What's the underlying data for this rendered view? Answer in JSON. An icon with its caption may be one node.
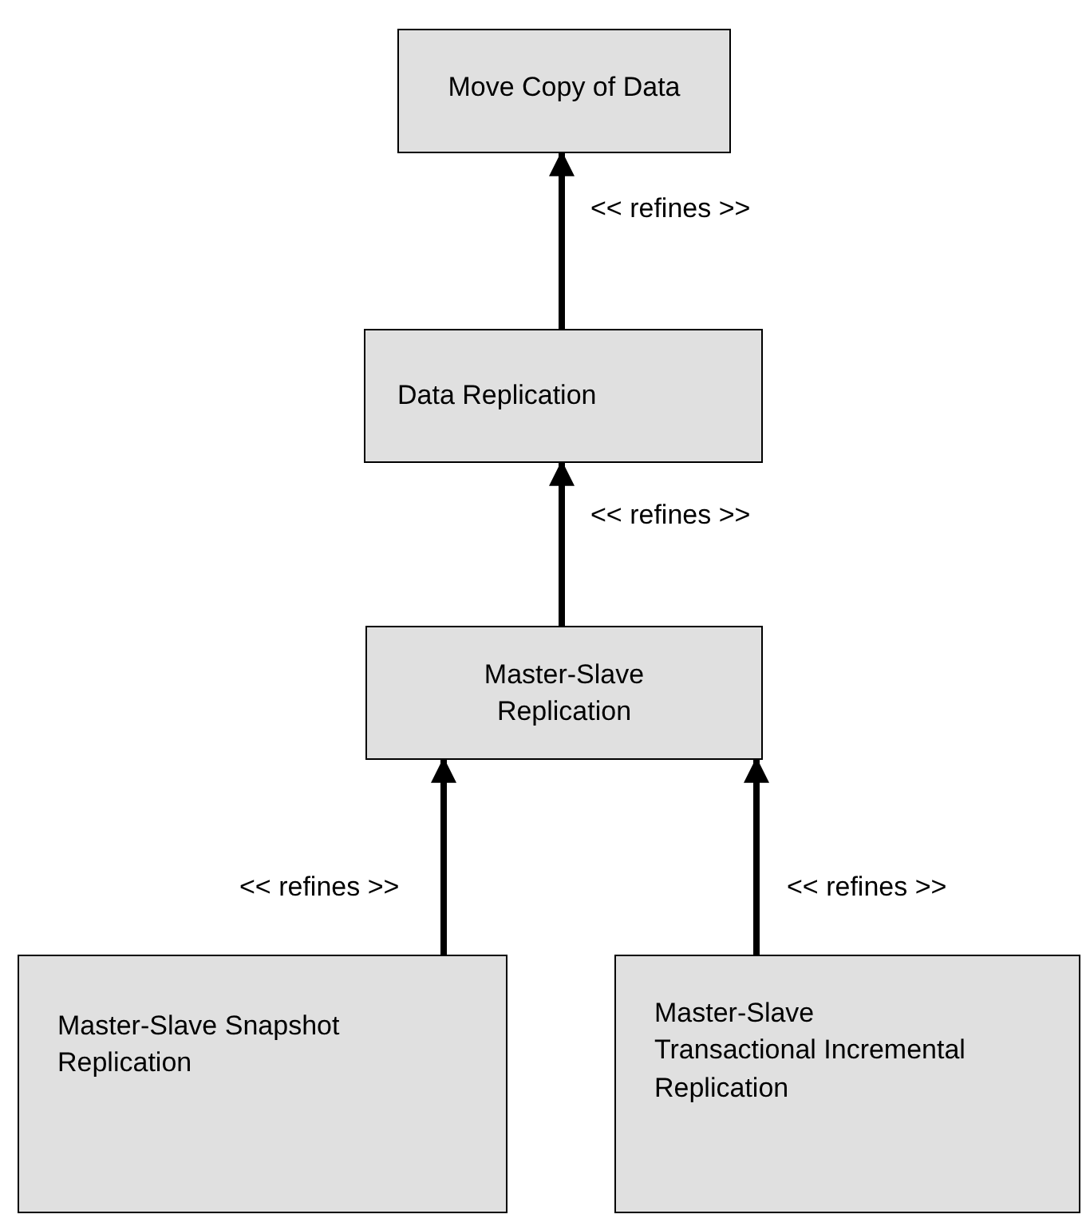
{
  "diagram": {
    "nodes": [
      {
        "text": [
          "Move Copy of Data"
        ]
      },
      {
        "text": [
          "Data Replication"
        ]
      },
      {
        "text": [
          "Master-Slave Replication"
        ]
      },
      {
        "text": [
          "Master-Slave Snapshot Replication"
        ]
      },
      {
        "text": [
          "Master-Slave Transactional Incremental Replication"
        ]
      }
    ],
    "edges": [
      {
        "from": 1,
        "to": 0,
        "arrow": "to",
        "label": "<< refines >>"
      },
      {
        "from": 2,
        "to": 1,
        "arrow": "to",
        "label": "<< refines >>"
      },
      {
        "from": 3,
        "to": 2,
        "arrow": "to",
        "label": "<< refines >>"
      },
      {
        "from": 4,
        "to": 2,
        "arrow": "to",
        "label": "<< refines >>"
      }
    ]
  }
}
